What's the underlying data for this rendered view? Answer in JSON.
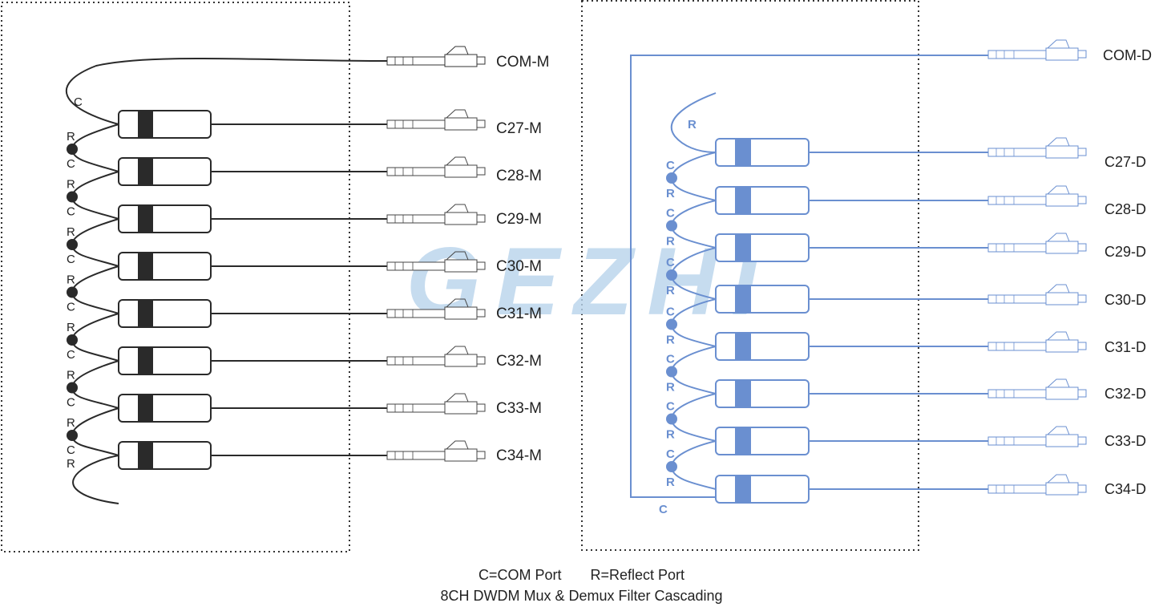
{
  "colors": {
    "mux": "#2a2a2a",
    "demux": "#6a8fd0",
    "watermark": "#b9d4ec"
  },
  "watermark": "GEZHI",
  "mux": {
    "com_label": "COM-M",
    "loop_label": "C",
    "channels": [
      "C27-M",
      "C28-M",
      "C29-M",
      "C30-M",
      "C31-M",
      "C32-M",
      "C33-M",
      "C34-M"
    ]
  },
  "demux": {
    "com_label": "COM-D",
    "top_label": "R",
    "bottom_label": "C",
    "channels": [
      "C27-D",
      "C28-D",
      "C29-D",
      "C30-D",
      "C31-D",
      "C32-D",
      "C33-D",
      "C34-D"
    ]
  },
  "port_letters": {
    "reflect": "R",
    "com": "C"
  },
  "legend": {
    "com": "C=COM Port",
    "reflect": "R=Reflect Port"
  },
  "caption": "8CH DWDM Mux & Demux Filter Cascading"
}
